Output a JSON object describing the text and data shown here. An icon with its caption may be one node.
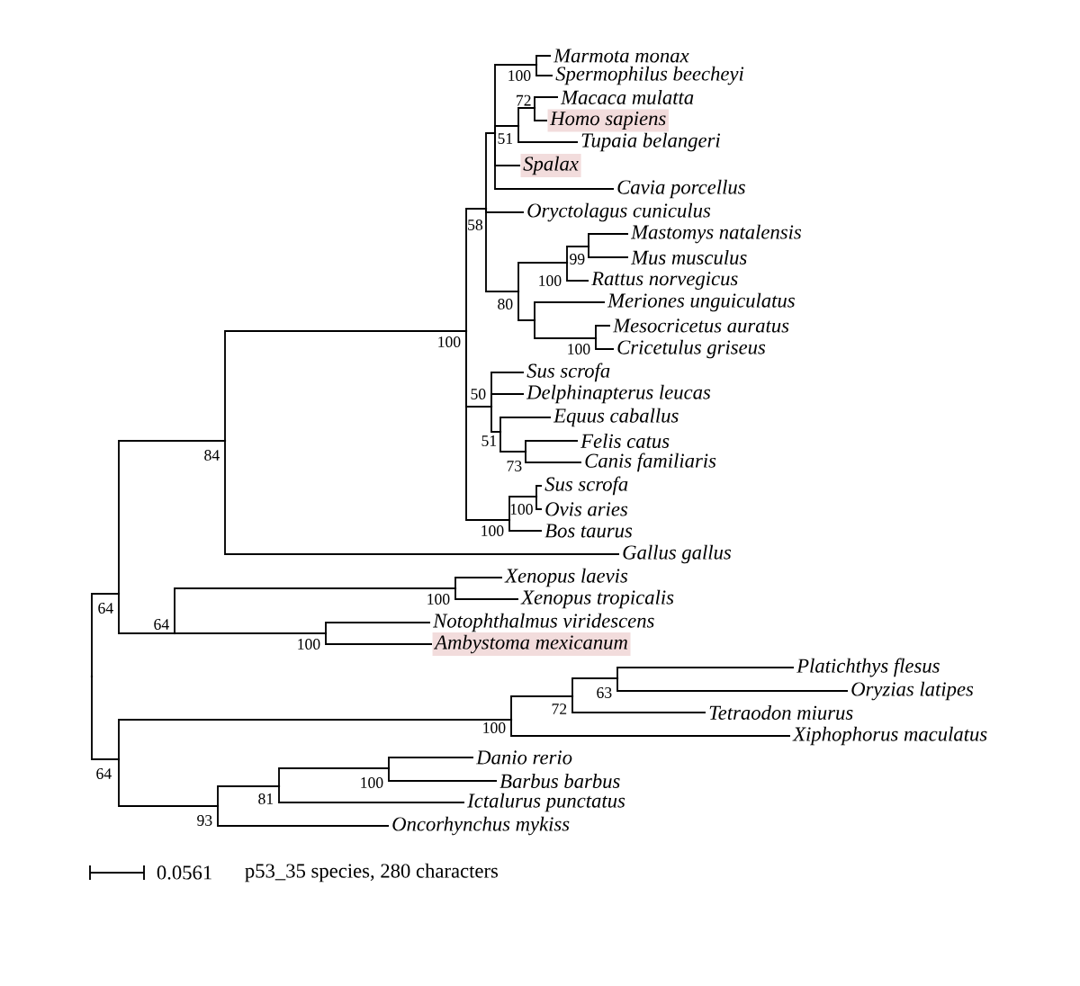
{
  "diagram": {
    "nodes": [
      {
        "text": [],
        "shape": "point"
      },
      {
        "text": [],
        "shape": "point",
        "beside": [
          "64"
        ]
      },
      {
        "text": [],
        "shape": "point",
        "beside": [
          "84"
        ]
      },
      {
        "text": [],
        "shape": "point",
        "beside": [
          "100"
        ]
      },
      {
        "text": [],
        "shape": "point",
        "beside": [
          "58"
        ]
      },
      {
        "text": [],
        "shape": "point"
      },
      {
        "text": [],
        "shape": "point",
        "beside": [
          "100"
        ]
      },
      {
        "text": [
          "Marmota monax"
        ]
      },
      {
        "text": [
          "Spermophilus beecheyi"
        ]
      },
      {
        "text": [],
        "shape": "point",
        "beside": [
          "51"
        ]
      },
      {
        "text": [],
        "shape": "point",
        "beside": [
          "72"
        ]
      },
      {
        "text": [
          "Macaca mulatta"
        ]
      },
      {
        "text": [
          "Homo sapiens"
        ]
      },
      {
        "text": [
          "Tupaia belangeri"
        ]
      },
      {
        "text": [
          "Spalax"
        ]
      },
      {
        "text": [
          "Cavia porcellus"
        ]
      },
      {
        "text": [
          "Oryctolagus cuniculus"
        ]
      },
      {
        "text": [],
        "shape": "point",
        "beside": [
          "80"
        ]
      },
      {
        "text": [],
        "shape": "point",
        "beside": [
          "100"
        ]
      },
      {
        "text": [],
        "shape": "point",
        "beside": [
          "99"
        ]
      },
      {
        "text": [
          "Mastomys natalensis"
        ]
      },
      {
        "text": [
          "Mus musculus"
        ]
      },
      {
        "text": [
          "Rattus norvegicus"
        ]
      },
      {
        "text": [],
        "shape": "point"
      },
      {
        "text": [
          "Meriones unguiculatus"
        ]
      },
      {
        "text": [],
        "shape": "point",
        "beside": [
          "100"
        ]
      },
      {
        "text": [
          "Mesocricetus auratus"
        ]
      },
      {
        "text": [
          "Cricetulus griseus"
        ]
      },
      {
        "text": [],
        "shape": "point",
        "beside": [
          "50"
        ]
      },
      {
        "text": [
          "Sus scrofa"
        ]
      },
      {
        "text": [
          "Delphinapterus leucas"
        ]
      },
      {
        "text": [],
        "shape": "point",
        "beside": [
          "51"
        ]
      },
      {
        "text": [
          "Equus caballus"
        ]
      },
      {
        "text": [],
        "shape": "point",
        "beside": [
          "73"
        ]
      },
      {
        "text": [
          "Felis catus"
        ]
      },
      {
        "text": [
          "Canis familiaris"
        ]
      },
      {
        "text": [],
        "shape": "point",
        "beside": [
          "100"
        ]
      },
      {
        "text": [],
        "shape": "point",
        "beside": [
          "100"
        ]
      },
      {
        "text": [
          "Sus scrofa"
        ]
      },
      {
        "text": [
          "Ovis aries"
        ]
      },
      {
        "text": [
          "Bos taurus"
        ]
      },
      {
        "text": [
          "Gallus gallus"
        ]
      },
      {
        "text": [],
        "shape": "point",
        "beside": [
          "64"
        ]
      },
      {
        "text": [],
        "shape": "point",
        "beside": [
          "100"
        ]
      },
      {
        "text": [
          "Xenopus laevis"
        ]
      },
      {
        "text": [
          "Xenopus tropicalis"
        ]
      },
      {
        "text": [],
        "shape": "point",
        "beside": [
          "100"
        ]
      },
      {
        "text": [
          "Notophthalmus viridescens"
        ]
      },
      {
        "text": [
          "Ambystoma mexicanum"
        ]
      },
      {
        "text": [],
        "shape": "point",
        "beside": [
          "64"
        ]
      },
      {
        "text": [],
        "shape": "point",
        "beside": [
          "100"
        ]
      },
      {
        "text": [],
        "shape": "point",
        "beside": [
          "72"
        ]
      },
      {
        "text": [],
        "shape": "point",
        "beside": [
          "63"
        ]
      },
      {
        "text": [
          "Platichthys flesus"
        ]
      },
      {
        "text": [
          "Oryzias latipes"
        ]
      },
      {
        "text": [
          "Tetraodon miurus"
        ]
      },
      {
        "text": [
          "Xiphophorus maculatus"
        ]
      },
      {
        "text": [],
        "shape": "point",
        "beside": [
          "93"
        ]
      },
      {
        "text": [],
        "shape": "point",
        "beside": [
          "81"
        ]
      },
      {
        "text": [],
        "shape": "point",
        "beside": [
          "100"
        ]
      },
      {
        "text": [
          "Danio rerio"
        ]
      },
      {
        "text": [
          "Barbus barbus"
        ]
      },
      {
        "text": [
          "Ictalurus punctatus"
        ]
      },
      {
        "text": [
          "Oncorhynchus mykiss"
        ]
      }
    ],
    "edges": [
      {
        "from": 0,
        "to": 1,
        "arrow": "none"
      },
      {
        "from": 1,
        "to": 2,
        "arrow": "none"
      },
      {
        "from": 2,
        "to": 3,
        "arrow": "none"
      },
      {
        "from": 3,
        "to": 4,
        "arrow": "none"
      },
      {
        "from": 4,
        "to": 5,
        "arrow": "none"
      },
      {
        "from": 5,
        "to": 6,
        "arrow": "none"
      },
      {
        "from": 6,
        "to": 7,
        "arrow": "none"
      },
      {
        "from": 6,
        "to": 8,
        "arrow": "none"
      },
      {
        "from": 5,
        "to": 9,
        "arrow": "none"
      },
      {
        "from": 9,
        "to": 10,
        "arrow": "none"
      },
      {
        "from": 10,
        "to": 11,
        "arrow": "none"
      },
      {
        "from": 10,
        "to": 12,
        "arrow": "none"
      },
      {
        "from": 9,
        "to": 13,
        "arrow": "none"
      },
      {
        "from": 5,
        "to": 14,
        "arrow": "none"
      },
      {
        "from": 5,
        "to": 15,
        "arrow": "none"
      },
      {
        "from": 4,
        "to": 16,
        "arrow": "none"
      },
      {
        "from": 4,
        "to": 17,
        "arrow": "none"
      },
      {
        "from": 17,
        "to": 18,
        "arrow": "none"
      },
      {
        "from": 18,
        "to": 19,
        "arrow": "none"
      },
      {
        "from": 19,
        "to": 20,
        "arrow": "none"
      },
      {
        "from": 19,
        "to": 21,
        "arrow": "none"
      },
      {
        "from": 18,
        "to": 22,
        "arrow": "none"
      },
      {
        "from": 17,
        "to": 23,
        "arrow": "none"
      },
      {
        "from": 23,
        "to": 24,
        "arrow": "none"
      },
      {
        "from": 23,
        "to": 25,
        "arrow": "none"
      },
      {
        "from": 25,
        "to": 26,
        "arrow": "none"
      },
      {
        "from": 25,
        "to": 27,
        "arrow": "none"
      },
      {
        "from": 3,
        "to": 28,
        "arrow": "none"
      },
      {
        "from": 28,
        "to": 29,
        "arrow": "none"
      },
      {
        "from": 28,
        "to": 30,
        "arrow": "none"
      },
      {
        "from": 28,
        "to": 31,
        "arrow": "none"
      },
      {
        "from": 31,
        "to": 32,
        "arrow": "none"
      },
      {
        "from": 31,
        "to": 33,
        "arrow": "none"
      },
      {
        "from": 33,
        "to": 34,
        "arrow": "none"
      },
      {
        "from": 33,
        "to": 35,
        "arrow": "none"
      },
      {
        "from": 3,
        "to": 36,
        "arrow": "none"
      },
      {
        "from": 36,
        "to": 37,
        "arrow": "none"
      },
      {
        "from": 37,
        "to": 38,
        "arrow": "none"
      },
      {
        "from": 37,
        "to": 39,
        "arrow": "none"
      },
      {
        "from": 36,
        "to": 40,
        "arrow": "none"
      },
      {
        "from": 2,
        "to": 41,
        "arrow": "none"
      },
      {
        "from": 1,
        "to": 42,
        "arrow": "none"
      },
      {
        "from": 42,
        "to": 43,
        "arrow": "none"
      },
      {
        "from": 43,
        "to": 44,
        "arrow": "none"
      },
      {
        "from": 43,
        "to": 45,
        "arrow": "none"
      },
      {
        "from": 42,
        "to": 46,
        "arrow": "none"
      },
      {
        "from": 46,
        "to": 47,
        "arrow": "none"
      },
      {
        "from": 46,
        "to": 48,
        "arrow": "none"
      },
      {
        "from": 0,
        "to": 49,
        "arrow": "none"
      },
      {
        "from": 49,
        "to": 50,
        "arrow": "none"
      },
      {
        "from": 50,
        "to": 51,
        "arrow": "none"
      },
      {
        "from": 51,
        "to": 52,
        "arrow": "none"
      },
      {
        "from": 52,
        "to": 53,
        "arrow": "none"
      },
      {
        "from": 52,
        "to": 54,
        "arrow": "none"
      },
      {
        "from": 51,
        "to": 55,
        "arrow": "none"
      },
      {
        "from": 50,
        "to": 56,
        "arrow": "none"
      },
      {
        "from": 49,
        "to": 57,
        "arrow": "none"
      },
      {
        "from": 57,
        "to": 58,
        "arrow": "none"
      },
      {
        "from": 58,
        "to": 59,
        "arrow": "none"
      },
      {
        "from": 59,
        "to": 60,
        "arrow": "none"
      },
      {
        "from": 59,
        "to": 61,
        "arrow": "none"
      },
      {
        "from": 58,
        "to": 62,
        "arrow": "none"
      },
      {
        "from": 57,
        "to": 63,
        "arrow": "none"
      }
    ],
    "labels": [
      "0.0561",
      "p53_35 species, 280 characters"
    ]
  }
}
